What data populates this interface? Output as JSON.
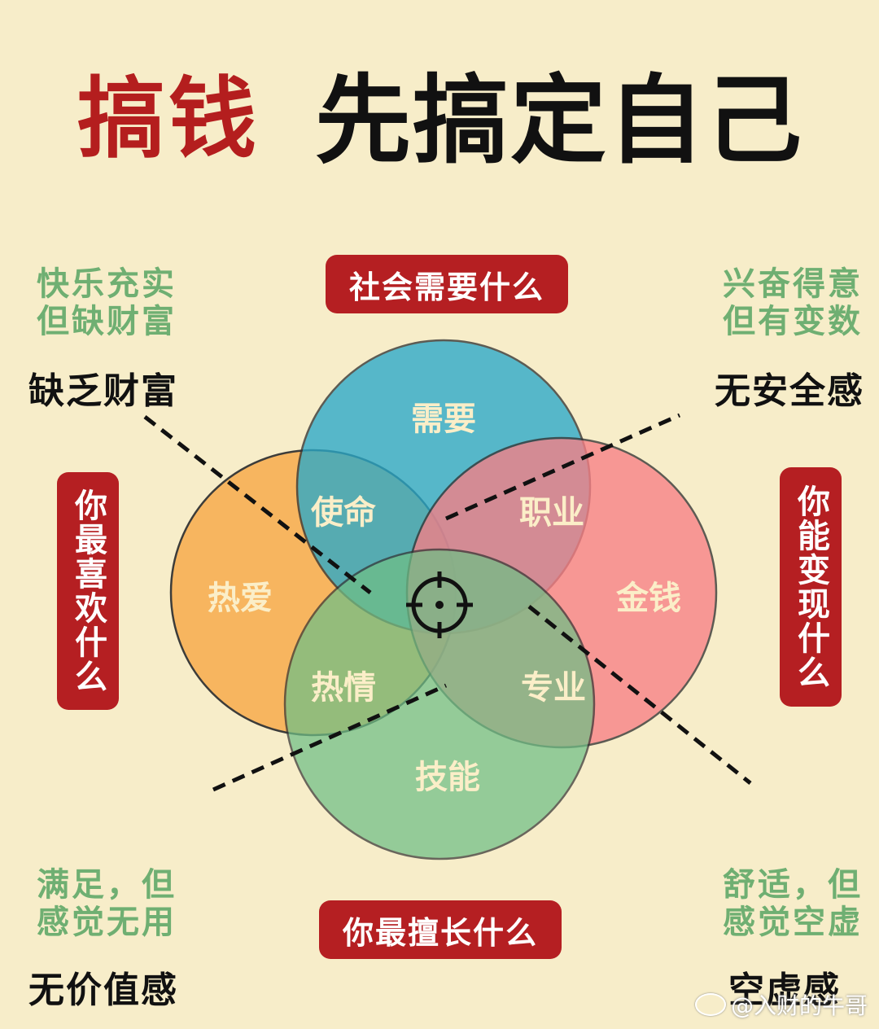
{
  "title": {
    "part1": "搞钱",
    "part2": "先搞定自己"
  },
  "circles": {
    "need": "社会需要什么",
    "love": "你最喜欢什么",
    "paid": "你能变现什么",
    "skill": "你最擅长什么"
  },
  "regions": {
    "need": "需要",
    "love": "热爱",
    "money": "金钱",
    "skill": "技能",
    "mission": "使命",
    "profession": "职业",
    "passion": "热情",
    "vocation": "专业"
  },
  "corners": {
    "top_left": {
      "lines": [
        "快乐充实",
        "但缺财富"
      ],
      "result": "缺乏财富"
    },
    "top_right": {
      "lines": [
        "兴奋得意",
        "但有变数"
      ],
      "result": "无安全感"
    },
    "bottom_left": {
      "lines": [
        "满足，但",
        "感觉无用"
      ],
      "result": "无价值感"
    },
    "bottom_right": {
      "lines": [
        "舒适，但",
        "感觉空虚"
      ],
      "result": "空虚感"
    }
  },
  "watermark": "@入财的牛哥",
  "colors": {
    "background": "#f7edc9",
    "need": "#2aa9c9",
    "love": "#f7b35a",
    "money": "#f77f86",
    "skill": "#6fbf86",
    "accent_red": "#b51f22",
    "note_green": "#6faf72"
  }
}
